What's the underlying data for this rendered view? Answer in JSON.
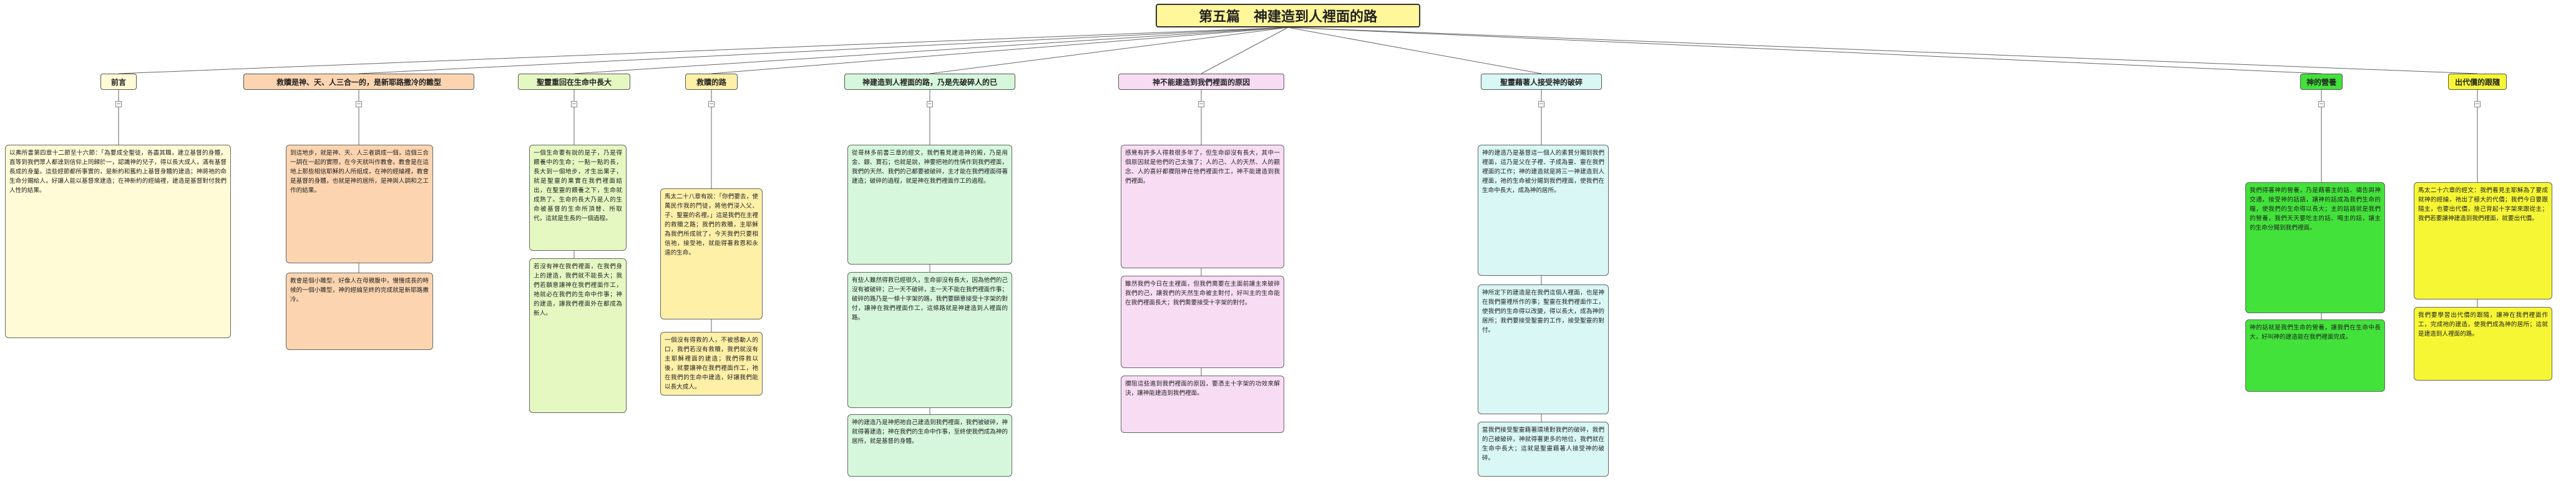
{
  "title": "第五篇　神建造到人裡面的路",
  "colors": {
    "root": "#fff79a",
    "col1": "#fffbd6",
    "col2": "#fcd5b0",
    "col3": "#e6f8c2",
    "col4": "#fff0a8",
    "col5": "#d6f7dc",
    "col6": "#f8dcf4",
    "col7": "#d8f7f5",
    "col8": "#42e23a",
    "col9": "#f6f634"
  },
  "columns": [
    {
      "header": "前言",
      "paras": [
        "以弗所書第四章十二節至十六節：「為要成全聖徒，各盡其職，建立基督的身體，直等到我們眾人都達到信仰上同歸於一，認識神的兒子，得以長大成人，滿有基督長成的身量。這些經節都所事實的，是新約和舊約上基督身體的建造；神將祂的命生命分賜給人，好讓人能以基督來建造；在神新約的經綸裡，建造是基督對付我們人性的結果。"
      ]
    },
    {
      "header": "救贖是神、天、人三合一的，是新耶路撒冷的雛型",
      "paras": [
        "到這地步，就是神、天、人三者調成一個，這個三合一調在一起的實際，在今天就叫作教會。教會是在這地上那些相信耶穌的人所組成，在神的經綸裡，教會是基督的身體，也就是神的居所，是神與人調和之工作的結果。",
        "教會是個小雛型，好像人在母親腹中，慢慢成長的時候的一個小雛型，神的經綸至終的完成就是新耶路撒冷。"
      ]
    },
    {
      "header": "聖靈重回在生命中長大",
      "paras": [
        "一個生命要有說的是子，乃是得餵養中的生命；一點一點的長，長大到一個地步，才生出果子，就是聖靈的果實在我們裡面結出，在聖靈的餵養之下，生命就成熟了。生命的長大乃是人的生命被基督的生命所頂替、所取代，這就是生長的一個過程。",
        "若沒有神在我們裡面，在我們身上的建造，我們就不能長大；我們若願意讓神在我們裡面作工，祂就必在我們的生命中作事；神的建造，讓我們裡面外在都成為新人。"
      ]
    },
    {
      "header": "救贖的路",
      "paras": [
        "馬太二十八章有說：「你們要去，使萬民作我的門徒，將他們浸入父、子、聖靈的名裡。」這是我們在主裡的救贖之路；我們的救贖，主耶穌為我們所成就了，今天我們只要相信祂，接受祂，就能得著救恩和永遠的生命。",
        "一個沒有得救的人，不被感動人的口，我們若沒有救贖，我們就沒有主耶穌裡面的建造；我們得救以後，就要讓神在我們裡面作工，祂在我們的生命中建造，好讓我們能以長大成人。"
      ]
    },
    {
      "header": "神建造到人裡面的路，乃是先破碎人的已",
      "paras": [
        "從哥林多前書三章的經文，我們看見建造神的殿，乃是用金、銀、寶石；也就是說，神要把祂的性情作到我們裡面，我們的天然、我們的己都要被破碎，主才能在我們裡面得著建造；破碎的過程，就是神在我們裡面作工的過程。",
        "有些人雖然得救已經很久，生命卻沒有長大，因為他們的己沒有被破碎；己一天不破碎，主一天不能在我們裡面作事；破碎的路乃是一條十字架的路，我們要願意接受十字架的對付，讓神在我們裡面作工，這條路就是神建造到人裡面的路。",
        "神的建造乃是神把祂自己建造到我們裡面，我們被破碎，神就得著建造；神在我們的生命中作事，至終使我們成為神的居所，就是基督的身體。"
      ]
    },
    {
      "header": "神不能建造到我們裡面的原因",
      "paras": [
        "感覺有許多人得救很多年了，但生命卻沒有長大，其中一個原因就是他們的己太強了；人的己、人的天然、人的觀念、人的喜好都攔阻神在他們裡面作工，神不能建造到我們裡面。",
        "雖然我們今日在主裡面，但我們需要在主面前讓主來破碎我們的己，讓我們的天然生命被主對付，好叫主的生命能在我們裡面長大；我們需要接受十字架的對付。",
        "攔阻這些進到我們裡面的原因，要憑主十字架的功效來解決，讓神能建造到我們裡面。"
      ]
    },
    {
      "header": "聖靈藉著人接受神的破碎",
      "paras": [
        "神的建造乃是基督這一個人的素質分賜到我們裡面，這乃是父在子裡、子成為靈、靈在我們裡面的工作；神的建造就是將三一神建造到人裡面，祂的生命被分賜到我們裡面，使我們在生命中長大，成為神的居所。",
        "神所定下的建造是在我們這個人裡面，也是神在我們靈裡所作的事；聖靈在我們裡面作工，使我們的生命得以改變，得以長大，成為神的居所；我們要接受聖靈的工作，接受聖靈的對付。",
        "當我們接受聖靈藉著環境對我們的破碎，我們的己被破碎，神就得著更多的地位，我們就在生命中長大；這就是聖靈藉著人接受神的破碎。"
      ]
    },
    {
      "header": "神的營養",
      "paras": [
        "我們得著神的營養，乃是藉著主的話、禱告與神交通，接受神的話語，讓神的話成為我們生命的糧，使我們的生命得以長大；主的話語就是我們的營養，我們天天要吃主的話、喝主的話，讓主的生命分賜到我們裡面。",
        "神的話就是我們生命的營養，讓我們在生命中長大，好叫神的建造能在我們裡面完成。"
      ]
    },
    {
      "header": "出代價的跟隨",
      "paras": [
        "馬太二十六章的經文：我們看見主耶穌為了要成就神的經綸，祂出了極大的代價；我們今日要跟隨主，也要出代價，捨己背起十字架來跟從主；我們若要讓神建造到我們裡面，就要出代價。",
        "我們要學習出代價的跟隨，讓神在我們裡面作工，完成祂的建造，使我們成為神的居所；這就是建造到人裡面的路。"
      ]
    }
  ]
}
